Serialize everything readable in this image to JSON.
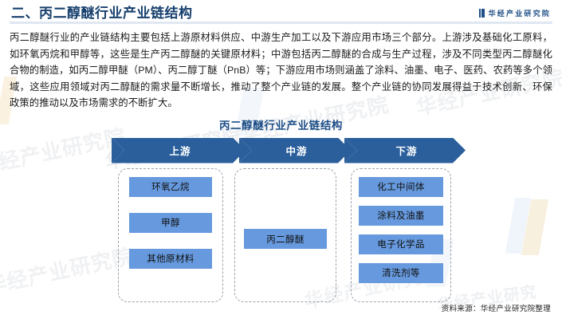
{
  "header": {
    "title": "二、丙二醇醚行业产业链结构",
    "brand": "华经产业研究院",
    "brand_mark_icon": "bar-mark-icon"
  },
  "body": {
    "paragraph": "丙二醇醚行业的产业链结构主要包括上游原材料供应、中游生产加工以及下游应用市场三个部分。上游涉及基础化工原料，如环氧丙烷和甲醇等，这些是生产丙二醇醚的关键原材料；中游包括丙二醇醚的合成与生产过程，涉及不同类型丙二醇醚化合物的制造，如丙二醇甲醚（PM）、丙二醇丁醚（PnB）等；下游应用市场则涵盖了涂料、油墨、电子、医药、农药等多个领域，这些应用领域对丙二醇醚的需求量不断增长，推动了整个产业链的发展。整个产业链的协同发展得益于技术创新、环保政策的推动以及市场需求的不断扩大。"
  },
  "figure": {
    "title": "丙二醇醚行业产业链结构",
    "source_note": "资料来源：华经产业研究院整理",
    "colors": {
      "chevron": "#2b5f9c",
      "item_box": "#6699dd",
      "title_blue": "#1c4d86",
      "dashed_border": "#9aa3ad"
    },
    "stages": [
      {
        "label": "上游",
        "items": [
          "环氧乙烷",
          "甲醇",
          "其他原材料"
        ]
      },
      {
        "label": "中游",
        "items": [
          "丙二醇醚"
        ]
      },
      {
        "label": "下游",
        "items": [
          "化工中间体",
          "涂料及油墨",
          "电子化学品",
          "清洗剂等"
        ]
      }
    ]
  },
  "watermarks": {
    "text": "华经产业研究院",
    "short": "华经产业研究"
  }
}
